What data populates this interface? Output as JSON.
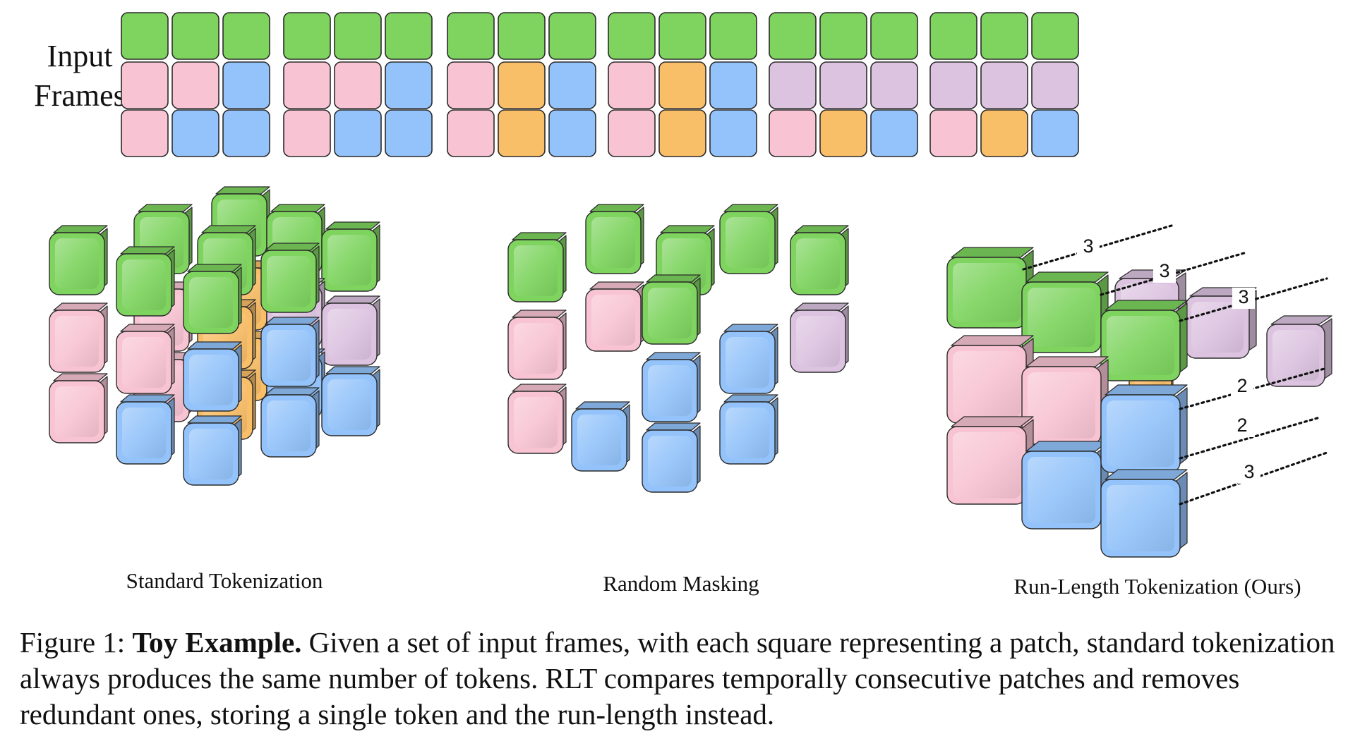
{
  "input_label": [
    "Input",
    "Frames"
  ],
  "colors": {
    "green": "#7ed45f",
    "pink": "#f8c4d4",
    "blue": "#93c3fa",
    "orange": "#f9be68",
    "purple": "#dcc3e0",
    "outline": "#2b2b2b"
  },
  "frames": [
    [
      [
        "green",
        "green",
        "green"
      ],
      [
        "pink",
        "pink",
        "blue"
      ],
      [
        "pink",
        "blue",
        "blue"
      ]
    ],
    [
      [
        "green",
        "green",
        "green"
      ],
      [
        "pink",
        "pink",
        "blue"
      ],
      [
        "pink",
        "blue",
        "blue"
      ]
    ],
    [
      [
        "green",
        "green",
        "green"
      ],
      [
        "pink",
        "orange",
        "blue"
      ],
      [
        "pink",
        "orange",
        "blue"
      ]
    ],
    [
      [
        "green",
        "green",
        "green"
      ],
      [
        "pink",
        "orange",
        "blue"
      ],
      [
        "pink",
        "orange",
        "blue"
      ]
    ],
    [
      [
        "green",
        "green",
        "green"
      ],
      [
        "purple",
        "purple",
        "purple"
      ],
      [
        "pink",
        "orange",
        "blue"
      ]
    ],
    [
      [
        "green",
        "green",
        "green"
      ],
      [
        "purple",
        "purple",
        "purple"
      ],
      [
        "pink",
        "orange",
        "blue"
      ]
    ]
  ],
  "panels": {
    "standard": "Standard Tokenization",
    "random": "Random Masking",
    "rlt": "Run-Length Tokenization (Ours)"
  },
  "run_lengths": [
    "3",
    "3",
    "3",
    "2",
    "2",
    "3"
  ],
  "caption": {
    "prefix": "Figure 1: ",
    "bold": "Toy Example.",
    "text": " Given a set of input frames, with each square representing a patch, standard tokenization always produces the same number of tokens. RLT compares temporally consecutive patches and removes redundant ones, storing a single token and the run-length instead."
  }
}
